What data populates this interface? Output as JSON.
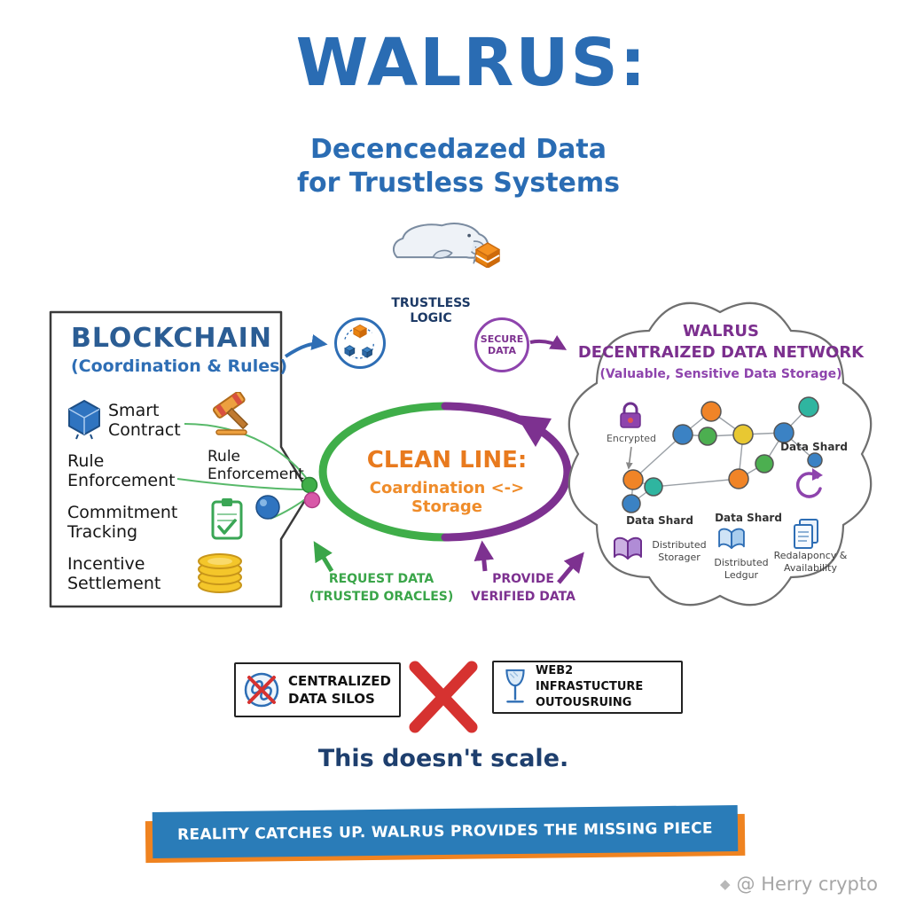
{
  "colors": {
    "brand_blue": "#2a6cb3",
    "navy": "#1d3a66",
    "green": "#3aa549",
    "purple": "#7d3190",
    "orange": "#ef7f1a",
    "red": "#d63230",
    "gray": "#9e9e9e"
  },
  "icons": [
    "walrus-icon",
    "cube-icon",
    "logic-cycle-icon",
    "smart-contract-cube-icon",
    "gavel-icon",
    "clipboard-check-icon",
    "coins-icon",
    "sphere-icon",
    "lock-icon",
    "open-book-icon",
    "documents-icon",
    "recycle-icon",
    "data-silos-icon",
    "wine-glass-icon",
    "diamond-icon"
  ],
  "header": {
    "title": "WALRUS:",
    "subtitle": "Decencedazed Data\nfor Trustless Systems"
  },
  "hub": {
    "trustless_logic": "TRUSTLESS\nLOGIC",
    "secure_data": "SECURE\nDATA"
  },
  "blockchain": {
    "title": "BLOCKCHAIN",
    "subtitle": "(Coordination & Rules)",
    "items": [
      {
        "label": "Smart\nContract"
      },
      {
        "label": "Rule\nEnforcement"
      },
      {
        "label": "Commitment\nTracking"
      },
      {
        "label": "Incentive\nSettlement"
      }
    ],
    "gavel_label": "Rule\nEnforcement"
  },
  "clean_line": {
    "title": "CLEAN LINE:",
    "subtitle": "Coardination <-> Storage"
  },
  "flows": {
    "request": "REQUEST DATA\n(TRUSTED ORACLES)",
    "provide": "PROVIDE\nVERIFIED DATA"
  },
  "network": {
    "title": "WALRUS\nDECENTRAIZED DATA NETWORK",
    "subtitle": "(Valuable, Sensitive Data Storage)",
    "encrypted_label": "Encrypted",
    "shard_top": "Data Shard",
    "shard_left": "Data Shard",
    "shard_mid": "Data Shard",
    "storage_label": "Distributed\nStorager",
    "ledger_label": "Distributed\nLedgur",
    "redundancy_label": "Redalaponcy &\nAvailability"
  },
  "bottom": {
    "silos_label": "CENTRALIZED\nDATA SILOS",
    "web2_label": "WEB2 INFRASTUCTURE\nOUTOUSRUING",
    "scale_text": "This doesn't scale.",
    "banner_text": "REALITY CATCHES UP. WALRUS PROVIDES THE MISSING PIECE"
  },
  "watermark": {
    "text": "@ Herry crypto"
  }
}
